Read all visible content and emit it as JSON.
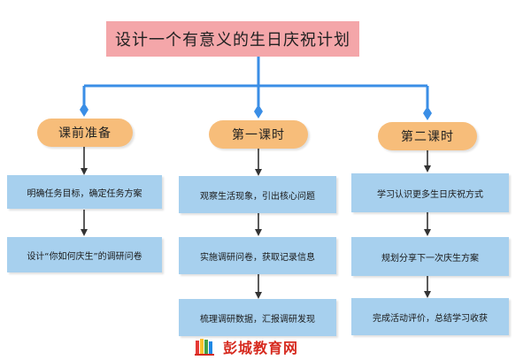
{
  "title": "设计一个有意义的生日庆祝计划",
  "columns": [
    {
      "label": "课前准备",
      "steps": [
        "明确任务目标，确定任务方案",
        "设计“你如何庆生”的调研问卷"
      ]
    },
    {
      "label": "第一课时",
      "steps": [
        "观察生活现象，引出核心问题",
        "实施调研问卷，获取记录信息",
        "梳理调研数据，汇报调研发现"
      ]
    },
    {
      "label": "第二课时",
      "steps": [
        "学习认识更多生日庆祝方式",
        "规划分享下一次庆生方案",
        "完成活动评价，总结学习收获"
      ]
    }
  ],
  "logo": {
    "text": "彭城教育网"
  },
  "colors": {
    "title_bg": "#f4a6a9",
    "pill_bg": "#f7bd7a",
    "step_bg": "#a7d0ee",
    "connector": "#3a8ee6",
    "arrow": "#333333",
    "logo_red": "#d62a1f"
  }
}
